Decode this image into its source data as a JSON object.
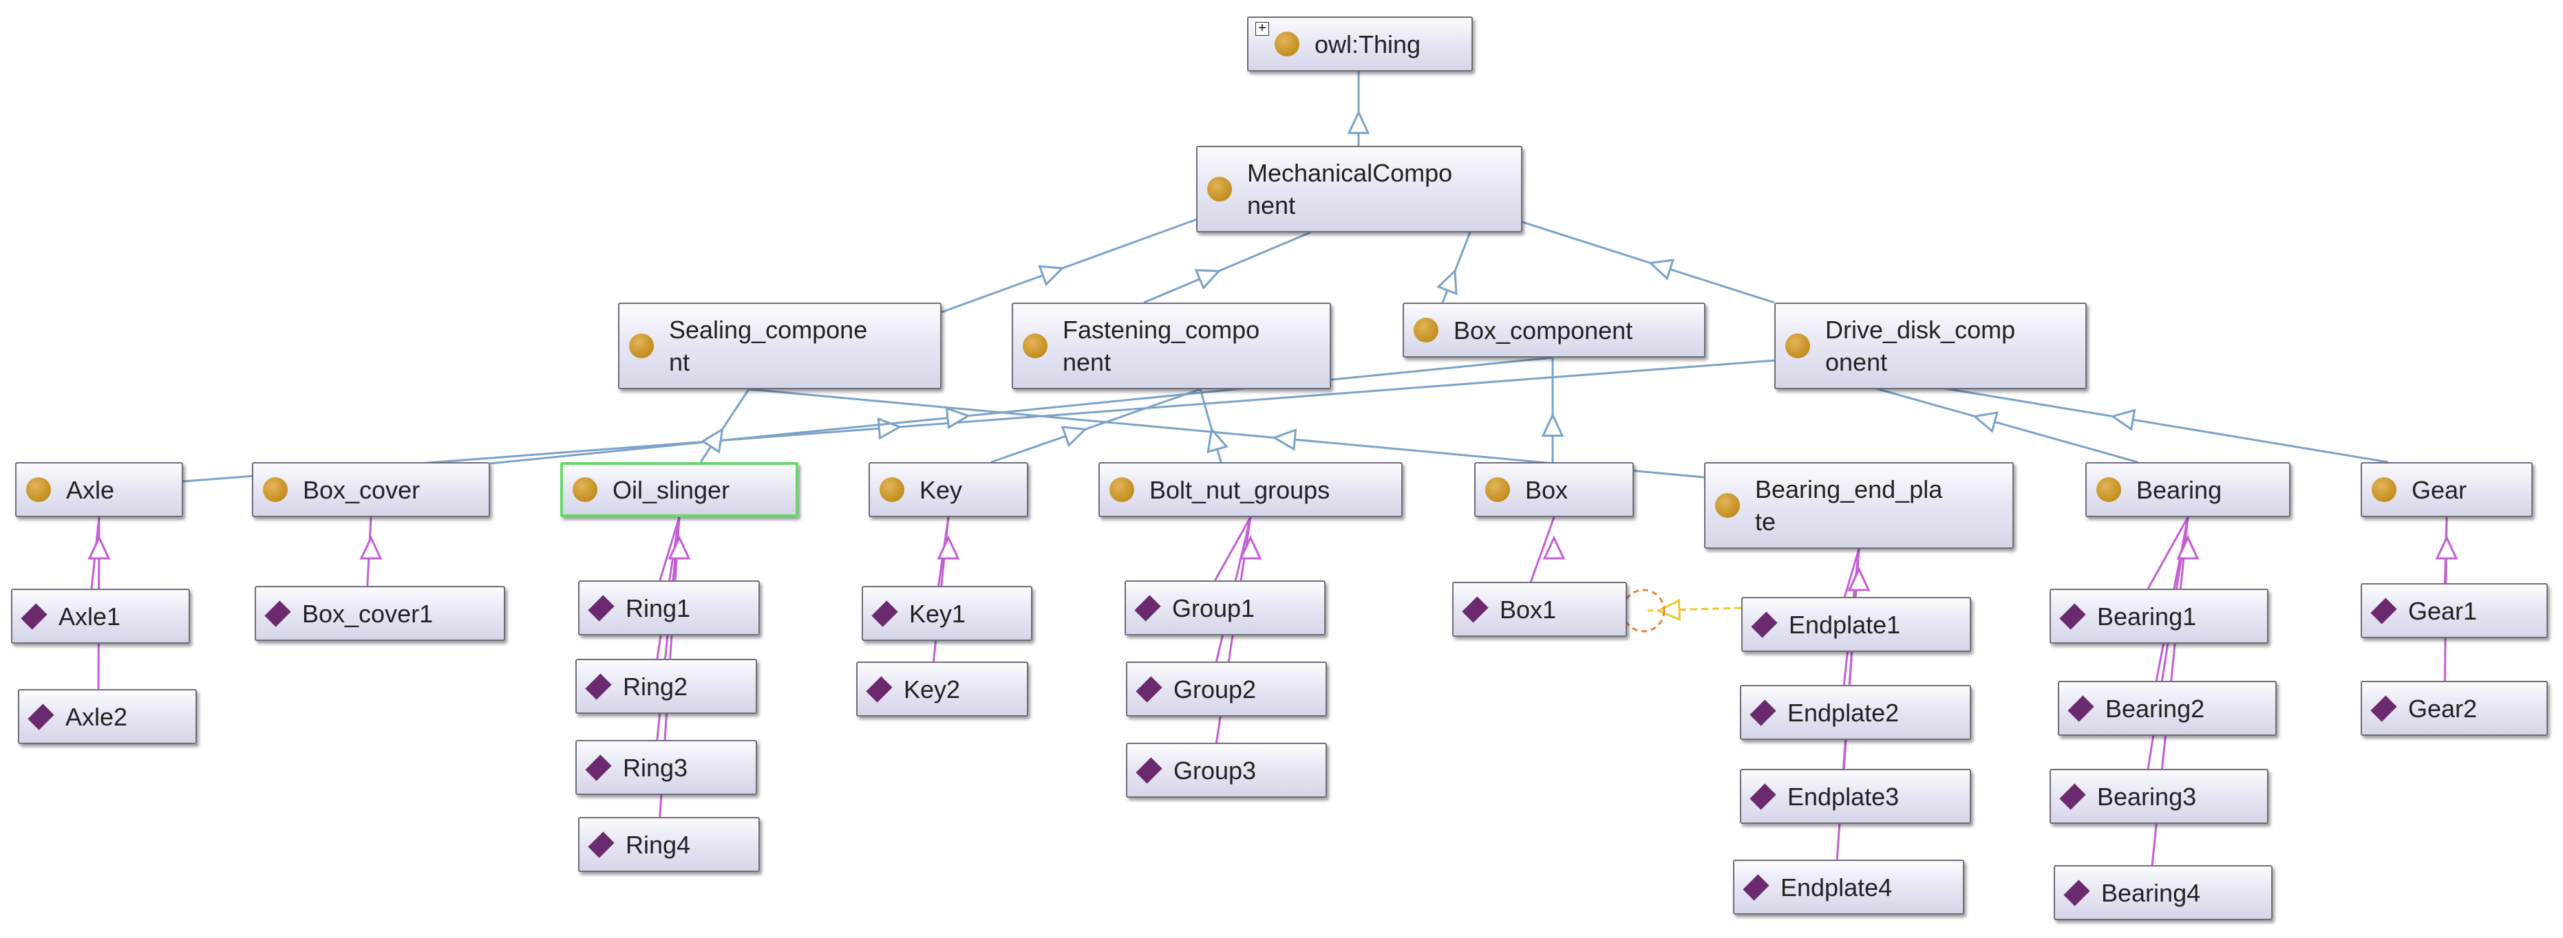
{
  "nodes": [
    {
      "id": "thing",
      "label": "owl:Thing",
      "kind": "class",
      "expand": "+"
    },
    {
      "id": "mech",
      "label": "MechanicalCompo\nnent",
      "kind": "class"
    },
    {
      "id": "sealing",
      "label": "Sealing_compone\nnt",
      "kind": "class"
    },
    {
      "id": "fastening",
      "label": "Fastening_compo\nnent",
      "kind": "class"
    },
    {
      "id": "boxcomp",
      "label": "Box_component",
      "kind": "class"
    },
    {
      "id": "drive",
      "label": "Drive_disk_comp\nonent",
      "kind": "class"
    },
    {
      "id": "axle",
      "label": "Axle",
      "kind": "class"
    },
    {
      "id": "boxcover",
      "label": "Box_cover",
      "kind": "class"
    },
    {
      "id": "oilslinger",
      "label": "Oil_slinger",
      "kind": "class",
      "selected": true
    },
    {
      "id": "key",
      "label": "Key",
      "kind": "class"
    },
    {
      "id": "bolt",
      "label": "Bolt_nut_groups",
      "kind": "class"
    },
    {
      "id": "box",
      "label": "Box",
      "kind": "class"
    },
    {
      "id": "bep",
      "label": "Bearing_end_pla\nte",
      "kind": "class"
    },
    {
      "id": "bearing",
      "label": "Bearing",
      "kind": "class"
    },
    {
      "id": "gear",
      "label": "Gear",
      "kind": "class"
    },
    {
      "id": "axle1",
      "label": "Axle1",
      "kind": "individual"
    },
    {
      "id": "axle2",
      "label": "Axle2",
      "kind": "individual"
    },
    {
      "id": "boxcover1",
      "label": "Box_cover1",
      "kind": "individual"
    },
    {
      "id": "ring1",
      "label": "Ring1",
      "kind": "individual"
    },
    {
      "id": "ring2",
      "label": "Ring2",
      "kind": "individual"
    },
    {
      "id": "ring3",
      "label": "Ring3",
      "kind": "individual"
    },
    {
      "id": "ring4",
      "label": "Ring4",
      "kind": "individual"
    },
    {
      "id": "key1",
      "label": "Key1",
      "kind": "individual"
    },
    {
      "id": "key2",
      "label": "Key2",
      "kind": "individual"
    },
    {
      "id": "group1",
      "label": "Group1",
      "kind": "individual"
    },
    {
      "id": "group2",
      "label": "Group2",
      "kind": "individual"
    },
    {
      "id": "group3",
      "label": "Group3",
      "kind": "individual"
    },
    {
      "id": "box1",
      "label": "Box1",
      "kind": "individual"
    },
    {
      "id": "endplate1",
      "label": "Endplate1",
      "kind": "individual"
    },
    {
      "id": "endplate2",
      "label": "Endplate2",
      "kind": "individual"
    },
    {
      "id": "endplate3",
      "label": "Endplate3",
      "kind": "individual"
    },
    {
      "id": "endplate4",
      "label": "Endplate4",
      "kind": "individual"
    },
    {
      "id": "bearing1",
      "label": "Bearing1",
      "kind": "individual"
    },
    {
      "id": "bearing2",
      "label": "Bearing2",
      "kind": "individual"
    },
    {
      "id": "bearing3",
      "label": "Bearing3",
      "kind": "individual"
    },
    {
      "id": "bearing4",
      "label": "Bearing4",
      "kind": "individual"
    },
    {
      "id": "gear1",
      "label": "Gear1",
      "kind": "individual"
    },
    {
      "id": "gear2",
      "label": "Gear2",
      "kind": "individual"
    }
  ],
  "subclass_edges": [
    {
      "from": "mech",
      "to": "thing"
    },
    {
      "from": "sealing",
      "to": "mech"
    },
    {
      "from": "fastening",
      "to": "mech"
    },
    {
      "from": "boxcomp",
      "to": "mech"
    },
    {
      "from": "drive",
      "to": "mech"
    },
    {
      "from": "axle",
      "to": "drive"
    },
    {
      "from": "boxcover",
      "to": "boxcomp"
    },
    {
      "from": "oilslinger",
      "to": "sealing"
    },
    {
      "from": "key",
      "to": "fastening"
    },
    {
      "from": "bolt",
      "to": "fastening"
    },
    {
      "from": "box",
      "to": "boxcomp"
    },
    {
      "from": "bep",
      "to": "sealing"
    },
    {
      "from": "bearing",
      "to": "drive"
    },
    {
      "from": "gear",
      "to": "drive"
    }
  ],
  "instance_edges": [
    {
      "from": "axle1",
      "to": "axle"
    },
    {
      "from": "axle2",
      "to": "axle"
    },
    {
      "from": "boxcover1",
      "to": "boxcover"
    },
    {
      "from": "ring1",
      "to": "oilslinger"
    },
    {
      "from": "ring2",
      "to": "oilslinger"
    },
    {
      "from": "ring3",
      "to": "oilslinger"
    },
    {
      "from": "ring4",
      "to": "oilslinger"
    },
    {
      "from": "key1",
      "to": "key"
    },
    {
      "from": "key2",
      "to": "key"
    },
    {
      "from": "group1",
      "to": "bolt"
    },
    {
      "from": "group2",
      "to": "bolt"
    },
    {
      "from": "group3",
      "to": "bolt"
    },
    {
      "from": "box1",
      "to": "box"
    },
    {
      "from": "endplate1",
      "to": "bep"
    },
    {
      "from": "endplate2",
      "to": "bep"
    },
    {
      "from": "endplate3",
      "to": "bep"
    },
    {
      "from": "endplate4",
      "to": "bep"
    },
    {
      "from": "bearing1",
      "to": "bearing"
    },
    {
      "from": "bearing2",
      "to": "bearing"
    },
    {
      "from": "bearing3",
      "to": "bearing"
    },
    {
      "from": "bearing4",
      "to": "bearing"
    },
    {
      "from": "gear1",
      "to": "gear"
    },
    {
      "from": "gear2",
      "to": "gear"
    }
  ],
  "other_edges": [
    {
      "from": "endplate1",
      "to": "box1"
    }
  ],
  "colors": {
    "subclass_edge": "#7aa3c8",
    "instance_edge": "#c45fd6",
    "other_edge": "#f0c828",
    "self_loop": "#e6843c",
    "selected_border": "#66d86a"
  }
}
